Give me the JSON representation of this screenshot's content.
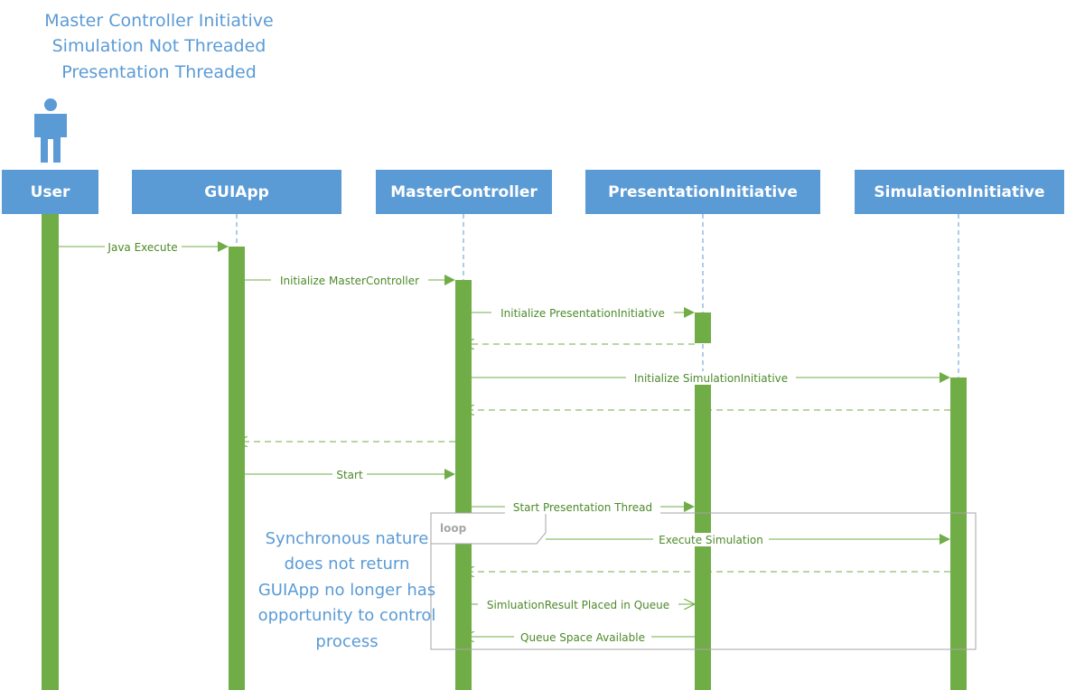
{
  "title_lines": [
    "Master Controller Initiative",
    "Simulation Not Threaded",
    "Presentation Threaded"
  ],
  "lifelines": {
    "user": "User",
    "guiapp": "GUIApp",
    "master": "MasterController",
    "presentation": "PresentationInitiative",
    "simulation": "SimulationInitiative"
  },
  "messages": {
    "java_execute": "Java Execute",
    "init_master": "Initialize MasterController",
    "init_presentation": "Initialize PresentationInitiative",
    "init_simulation": "Initialize SimulationInitiative",
    "start": "Start",
    "start_presentation_thread": "Start Presentation Thread",
    "execute_simulation": "Execute Simulation",
    "result_in_queue": "SimluationResult Placed in Queue",
    "queue_space": "Queue Space Available"
  },
  "loop_label": "loop",
  "note_lines": [
    "Synchronous nature",
    "does not return",
    "GUIApp no longer has",
    "opportunity to control",
    "process"
  ],
  "colors": {
    "header_fill": "#5b9bd5",
    "activation_fill": "#70ad47",
    "message_line": "#70ad47",
    "message_text": "#4d8a2a",
    "lifeline_dash": "#5b9bd5",
    "title_text": "#5b9bd5",
    "loop_border": "#a6a6a6"
  },
  "icons": {
    "actor": "person-icon"
  }
}
